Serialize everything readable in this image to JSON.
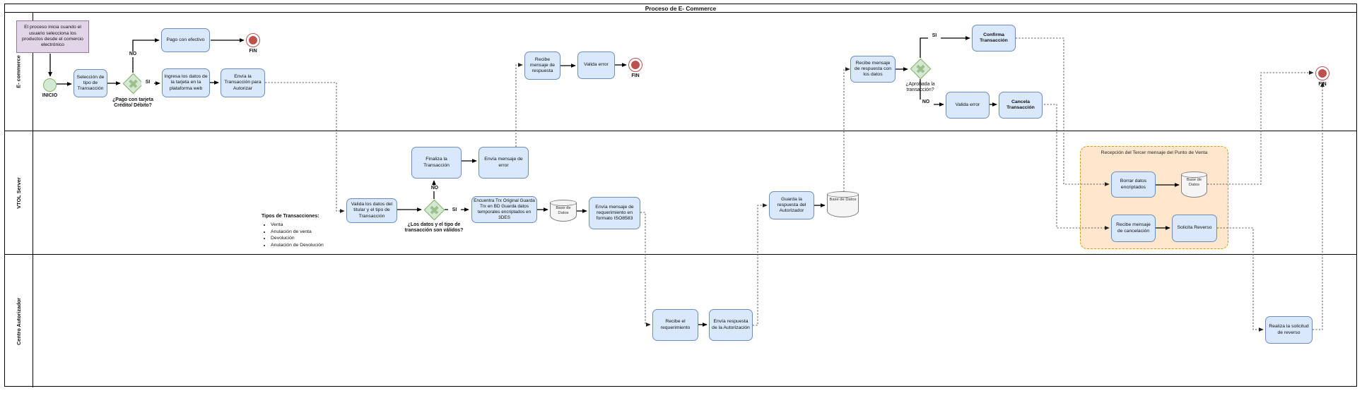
{
  "title": "Proceso de E- Commerce",
  "lanes": {
    "lane1": "E- commerce",
    "lane2": "VTOL Server",
    "lane3": "Centro Autorizador"
  },
  "note": {
    "text": "El proceso inicia cuando el usuario selecciona los productos desde el comercio electrónico"
  },
  "events": {
    "inicio": "INICIO",
    "fin1": "FIN",
    "fin2": "FIN",
    "fin3": "FIN"
  },
  "tasks": {
    "seleccion_tipo": "Selección de tipo de Transacción",
    "pago_efectivo": "Pago con efectivo",
    "ingresa_datos": "Ingresa los datos de la tarjeta en la plataforma web",
    "envia_autorizar": "Envía la Transacción para Autorizar",
    "recibe_respuesta": "Recibe mensaje de respuesta",
    "valida_error_1": "Valida error",
    "recibe_respuesta_datos": "Recibe mensaje de respuesta con los datos",
    "confirma": "Confirma Transacción",
    "valida_error_2": "Valida error",
    "cancela": "Cancela Transacción",
    "valida_datos_titular": "Valida los datos del titular y el tipo de Transacción",
    "encuentra_trx": "Encuentra Trx Original Guarda Trx en BD Guarda datos temporales encriptados en 3DES",
    "finaliza": "Finaliza la Transacción",
    "envia_error": "Envía mensaje de error",
    "envia_requerimiento": "Envía mensaje de requerimiento en formato ISO8583",
    "guarda_respuesta": "Guarda la respuesta del Autorizador",
    "borrar_datos": "Borrar datos encriptados",
    "recibe_cancelacion": "Recibe mensaje de cancelación",
    "solicita_reverso": "Solicita Reverso",
    "recibe_requerimiento": "Recibe el requerimiento",
    "envia_respuesta_autorizacion": "Envía respuesta de la Autorización",
    "realiza_reverso": "Realiza la solicitud de reverso"
  },
  "gateways": {
    "g1_question": "¿Pago con tarjeta Crédito/ Débito?",
    "g2_question": "¿Aprobada la transacción?",
    "g3_question": "¿Los datos y el tipo de transacción son válidos?"
  },
  "edge_labels": {
    "no1": "NO",
    "si1": "SI",
    "no2": "NO",
    "si2": "SI",
    "no3": "NO",
    "si3": "SI"
  },
  "datastores": {
    "db1": "Base de Datos",
    "db2": "Base de Datos",
    "db3": "Base de Datos"
  },
  "group": {
    "title": "Recepción del Tercer mensaje del Punto de Venta"
  },
  "annotations": {
    "tipos_title": "Tipos de Transacciones:",
    "tipos_items": [
      "Venta",
      "Anulación de venta",
      "Devolución",
      "Anulación de Devolución"
    ]
  },
  "colors": {
    "task_fill": "#dae8fc",
    "task_border": "#6c8ebf",
    "note_fill": "#e1d5e7",
    "note_border": "#9673a6",
    "event_green_fill": "#d5e8d4",
    "event_green_border": "#82b366",
    "end_event_red": "#b85450",
    "group_fill": "#ffe6cc",
    "group_border": "#d79b00"
  }
}
